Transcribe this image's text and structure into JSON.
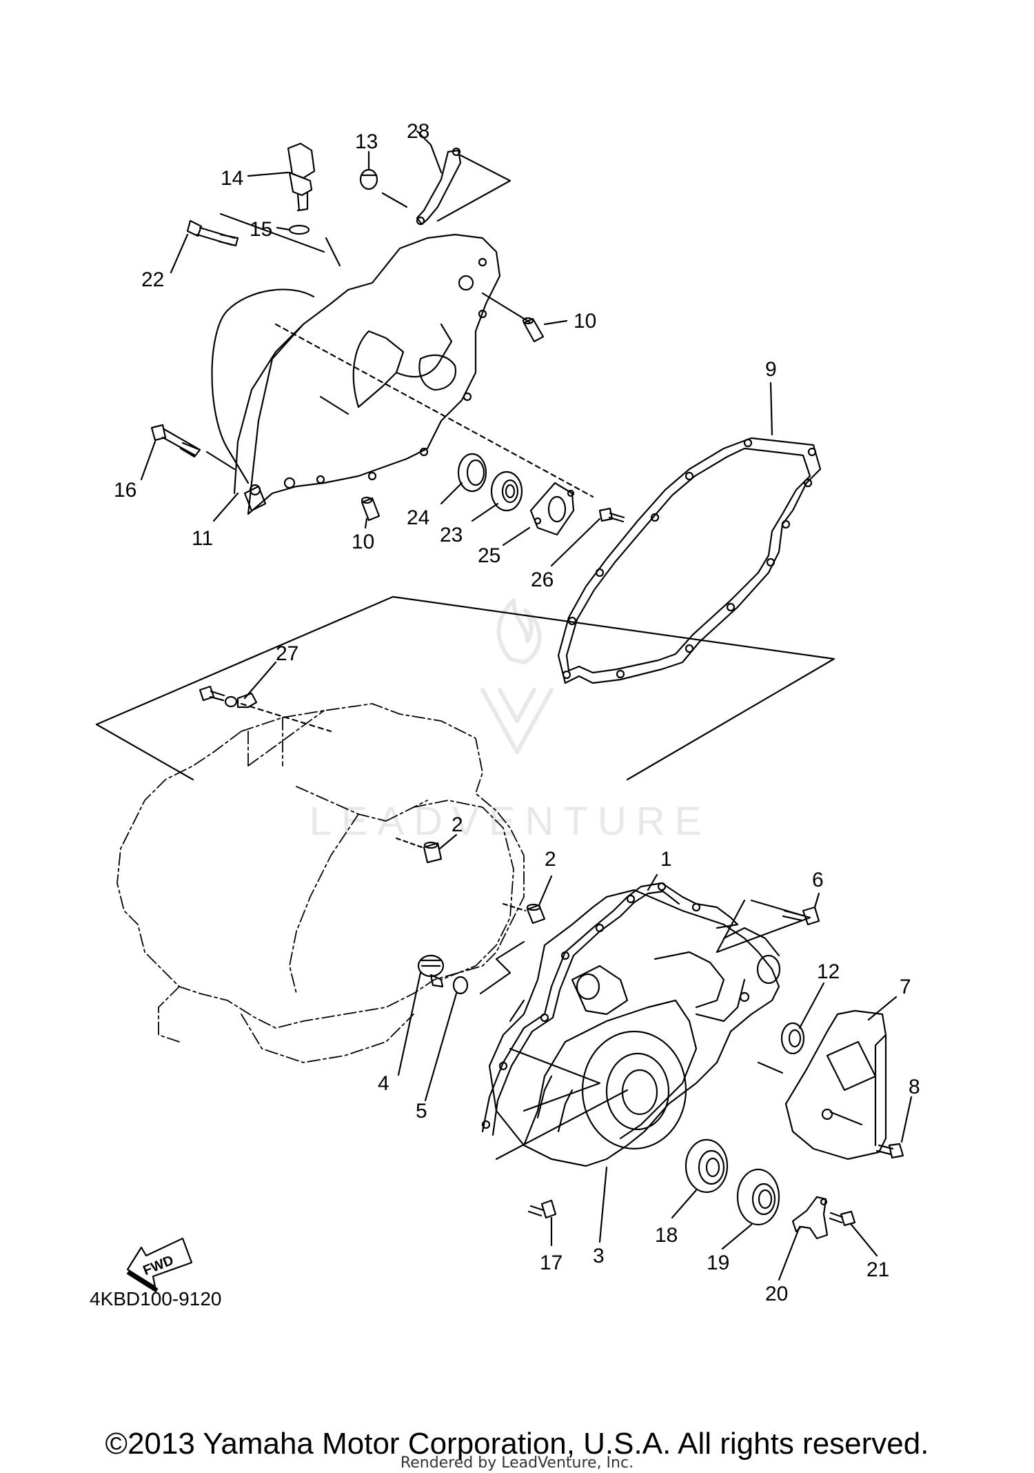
{
  "diagram": {
    "callouts": [
      "1",
      "2",
      "2",
      "3",
      "4",
      "5",
      "6",
      "7",
      "8",
      "9",
      "10",
      "10",
      "11",
      "12",
      "13",
      "14",
      "15",
      "16",
      "17",
      "18",
      "19",
      "20",
      "21",
      "22",
      "23",
      "24",
      "25",
      "26",
      "27",
      "28"
    ],
    "part_code": "4KBD100-9120",
    "fwd_label": "FWD",
    "watermark": "LEADVENTURE"
  },
  "footer": {
    "copyright": "©2013 Yamaha Motor Corporation, U.S.A. All rights reserved.",
    "rendered_by": "Rendered by LeadVenture, Inc."
  }
}
